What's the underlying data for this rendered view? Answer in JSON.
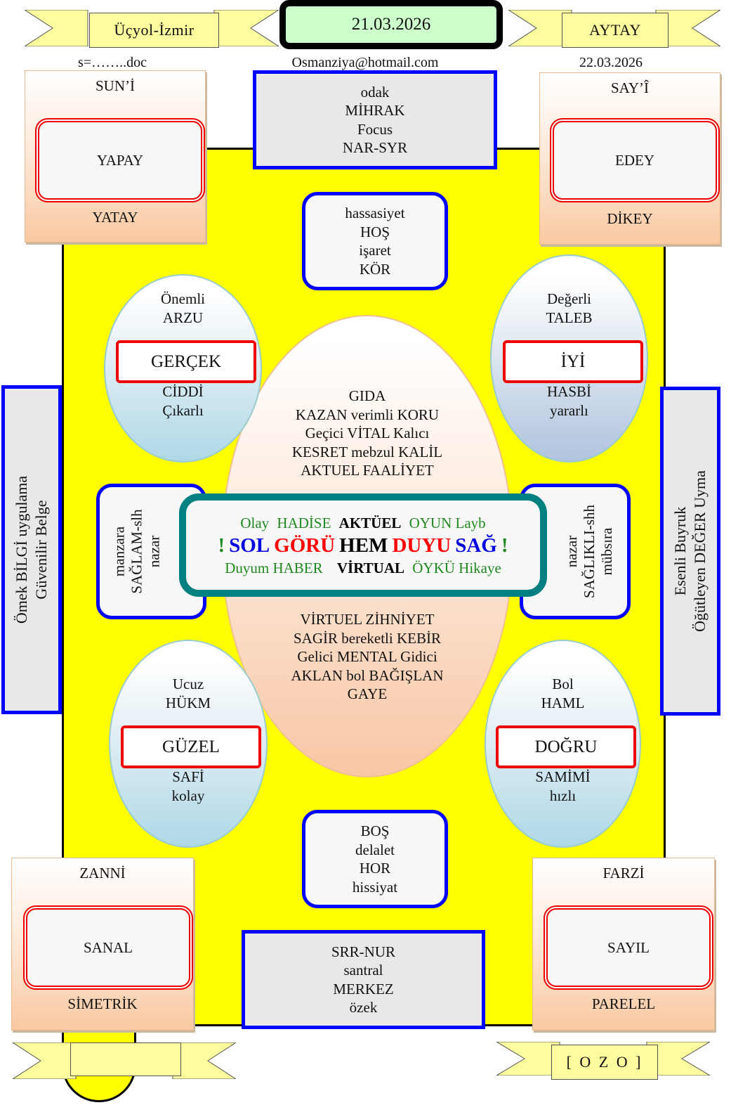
{
  "header": {
    "left_ribbon": "Üçyol-İzmir",
    "date": "21.03.2026",
    "right_ribbon": "AYTAY",
    "file_note": "s=……..doc",
    "email": "Osmanziya@hotmail.com",
    "date2": "22.03.2026"
  },
  "corners": {
    "top_left": {
      "top": "SUN’İ",
      "center": "YAPAY",
      "bottom": "YATAY"
    },
    "top_right": {
      "top": "SAY’Î",
      "center": "EDEY",
      "bottom": "DİKEY"
    },
    "bottom_left": {
      "top": "ZANNİ",
      "center": "SANAL",
      "bottom": "SİMETRİK"
    },
    "bottom_right": {
      "top": "FARZİ",
      "center": "SAYIL",
      "bottom": "PARELEL"
    }
  },
  "top_box": [
    "odak",
    "MİHRAK",
    "Focus",
    "NAR-SYR"
  ],
  "upper_box": [
    "hassasiyet",
    "HOŞ",
    "işaret",
    "KÖR"
  ],
  "lower_box": [
    "BOŞ",
    "delalet",
    "HOR",
    "hissiyat"
  ],
  "bottom_box": [
    "SRR-NUR",
    "santral",
    "MERKEZ",
    "özek"
  ],
  "ellipses": {
    "upper_left": {
      "top": [
        "Önemli",
        "ARZU"
      ],
      "label": "GERÇEK",
      "bottom": [
        "CİDDİ",
        "Çıkarlı"
      ]
    },
    "upper_right": {
      "top": [
        "Değerli",
        "TALEB"
      ],
      "label": "İYİ",
      "bottom": [
        "HASBİ",
        "yararlı"
      ]
    },
    "lower_left": {
      "top": [
        "Ucuz",
        "HÜKM"
      ],
      "label": "GÜZEL",
      "bottom": [
        "SAFİ",
        "kolay"
      ]
    },
    "lower_right": {
      "top": [
        "Bol",
        "HAML"
      ],
      "label": "DOĞRU",
      "bottom": [
        "SAMİMİ",
        "hızlı"
      ]
    }
  },
  "center_ellipse": {
    "top": [
      "GIDA",
      "KAZAN verimli KORU",
      "Geçici VİTAL Kalıcı",
      "KESRET mebzul KALİL",
      "AKTUEL FAALİYET"
    ],
    "bottom": [
      "VİRTUEL ZİHNİYET",
      "SAGİR bereketli KEBİR",
      "Gelici MENTAL Gidici",
      "AKLAN bol BAĞIŞLAN",
      "GAYE"
    ]
  },
  "center_box": {
    "line1": [
      "Olay",
      "HADİSE",
      "AKTÜEL",
      "OYUN Layb"
    ],
    "line2": [
      "!",
      "SOL",
      "GÖRÜ",
      "HEM",
      "DUYU",
      "SAĞ",
      "!"
    ],
    "line3": [
      "Duyum HABER",
      "VİRTUAL",
      "ÖYKÜ Hikaye"
    ]
  },
  "side_left": {
    "outer": [
      "Ömek BİLGİ uygulama",
      "Güvenilir Belge"
    ],
    "inner": [
      "manzara",
      "SAĞLAM-slh",
      "nazar"
    ]
  },
  "side_right": {
    "outer": [
      "Esenli Buyruk",
      "Öğütleyen DEĞER Uyma"
    ],
    "inner": [
      "nazar",
      "SAĞLIKLI-shh",
      "mübsıra"
    ]
  },
  "footer": {
    "left_ribbon": "",
    "right_ribbon": "[ O Z O ]"
  }
}
